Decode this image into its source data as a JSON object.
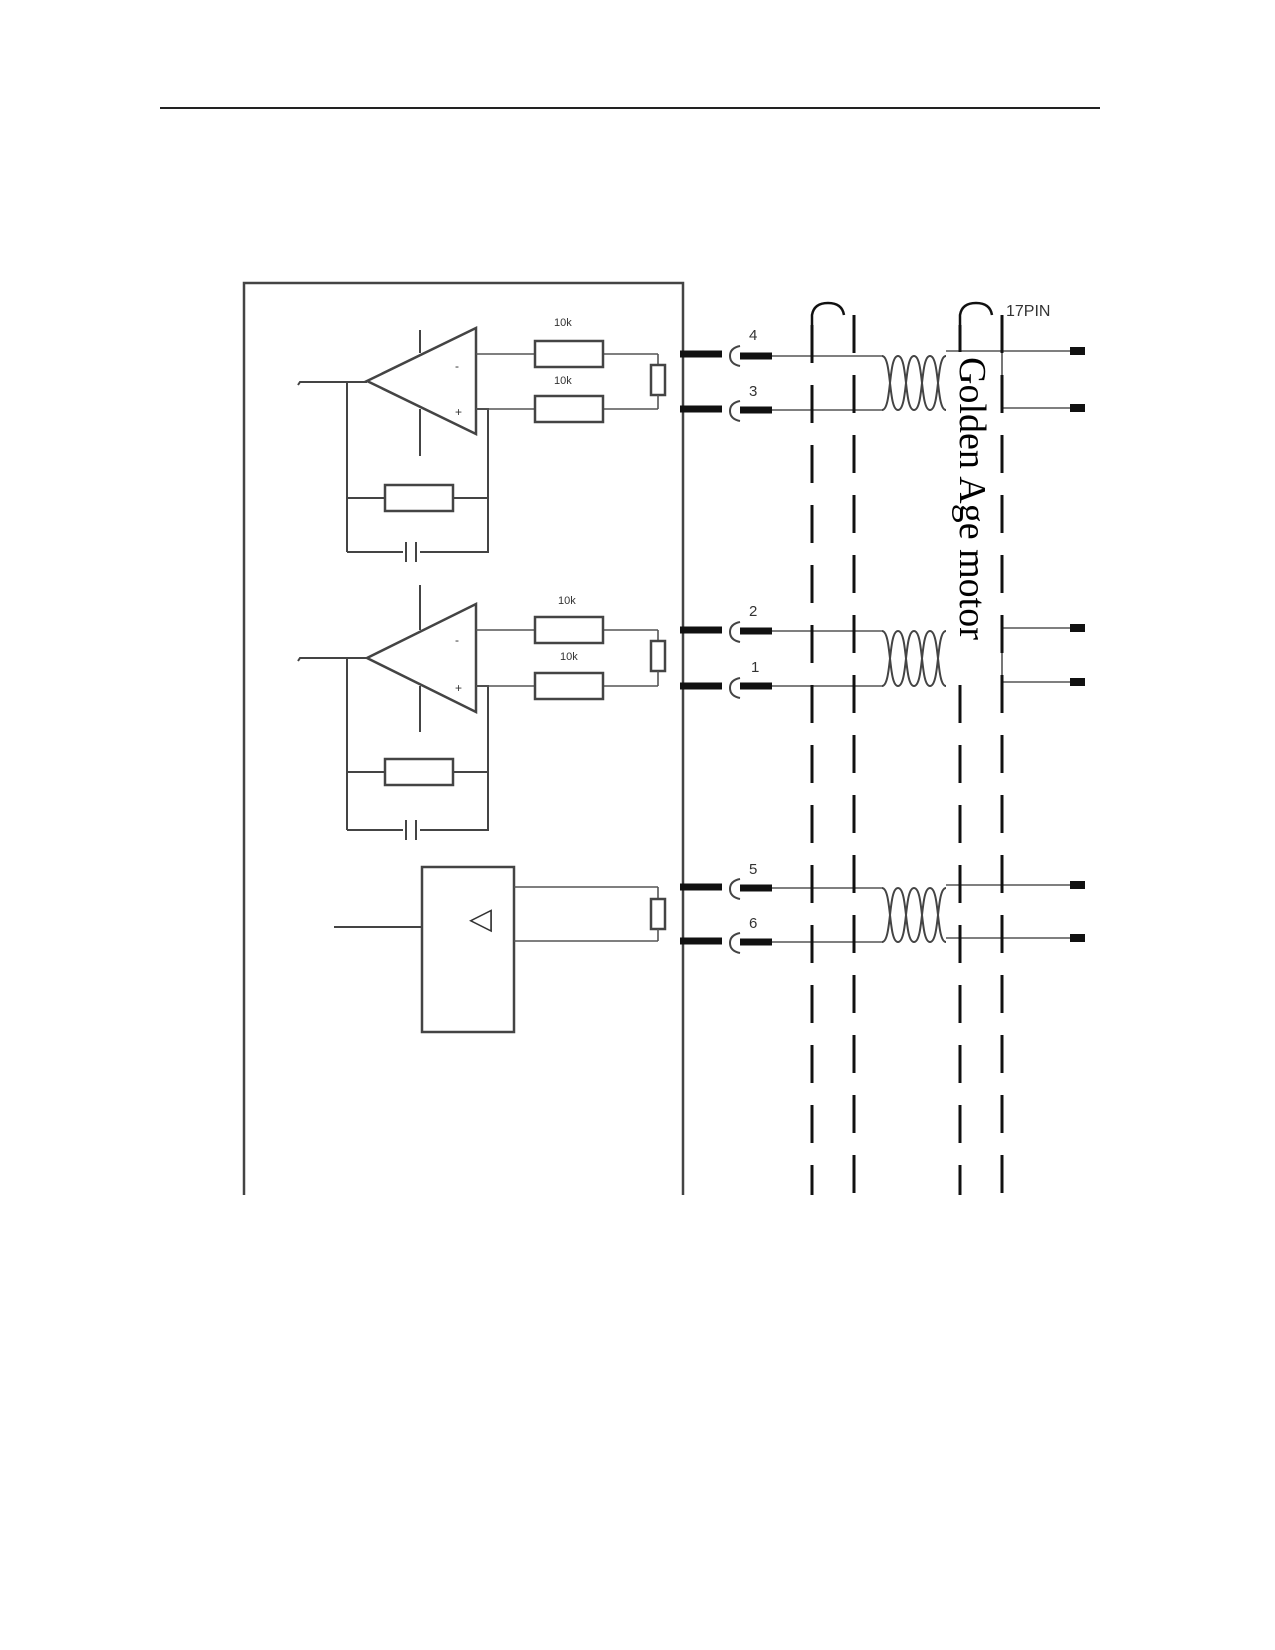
{
  "diagram": {
    "connector_label": "17PIN",
    "motor_label": "Golden Age motor",
    "resistor_labels": [
      "10k",
      "10k",
      "10k",
      "10k"
    ],
    "opamp_signs": {
      "minus": "-",
      "plus": "+"
    },
    "pin_numbers": [
      "4",
      "3",
      "2",
      "1",
      "5",
      "6"
    ],
    "driver_symbol": "▷"
  }
}
